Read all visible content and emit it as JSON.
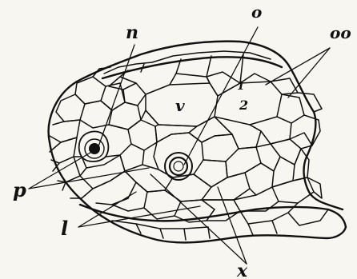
{
  "figure": {
    "labels": {
      "n": "n",
      "o": "o",
      "oo": "oo",
      "p": "p",
      "l": "l",
      "x": "x",
      "v": "v",
      "scale_1": "1",
      "scale_2": "2"
    }
  }
}
